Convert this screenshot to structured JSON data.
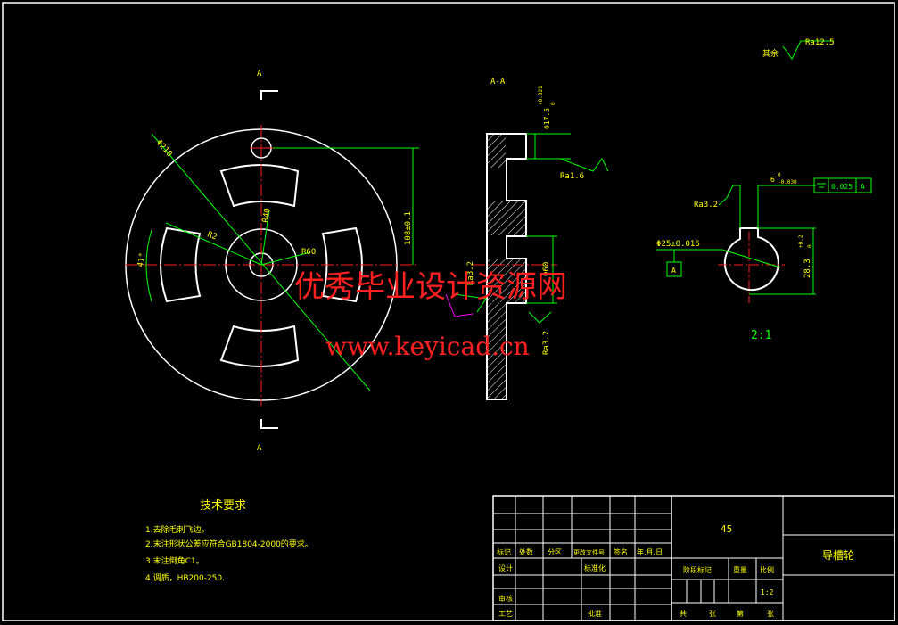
{
  "section_label": "A-A",
  "view_markers": {
    "top": "A",
    "bottom": "A"
  },
  "surface_finish": {
    "others_label": "其余",
    "others_value": "Ra12.5"
  },
  "front_view": {
    "dia_outer": "Φ210",
    "r_slot": "R2",
    "r_hub": "R40",
    "r_inner": "R60",
    "angle": "41°",
    "height": "108±0.1"
  },
  "section_view": {
    "hub_dia": "Φ17.5",
    "hub_tol_upper": "+0.021",
    "hub_tol_lower": "0",
    "ra_top": "Ra1.6",
    "ra_left": "Ra3.2",
    "ra_right": "Ra3.2",
    "dia_60": "Φ60"
  },
  "detail_view": {
    "ra": "Ra3.2",
    "key_width": "6",
    "key_tol_upper": "0",
    "key_tol_lower": "-0.030",
    "tolerance_value": "0.025",
    "datum": "A",
    "bore_dia": "Φ25±0.016",
    "key_depth": "28.3",
    "depth_tol_upper": "+0.2",
    "depth_tol_lower": "0",
    "scale": "2:1"
  },
  "watermark": {
    "line1": "优秀毕业设计资源网",
    "line2": "www.keyicad.cn"
  },
  "tech_requirements": {
    "title": "技术要求",
    "items": [
      "1.去除毛刺飞边。",
      "2.末注形状公差应符合GB1804-2000的要求。",
      "3.末注倒角C1。",
      "4.调质，HB200-250."
    ]
  },
  "title_block": {
    "material": "45",
    "part_name": "导槽轮",
    "row_headers": [
      "标记",
      "处数",
      "分区",
      "更改文件号",
      "签名",
      "年.月.日"
    ],
    "design": "设计",
    "standardize": "标准化",
    "review": "审核",
    "process": "工艺",
    "approve": "批准",
    "stage_mark": "阶段标记",
    "weight": "重量",
    "ratio": "比例",
    "scale_value": "1:2",
    "total": "共",
    "sheets1": "张",
    "number": "第",
    "sheets2": "张"
  }
}
